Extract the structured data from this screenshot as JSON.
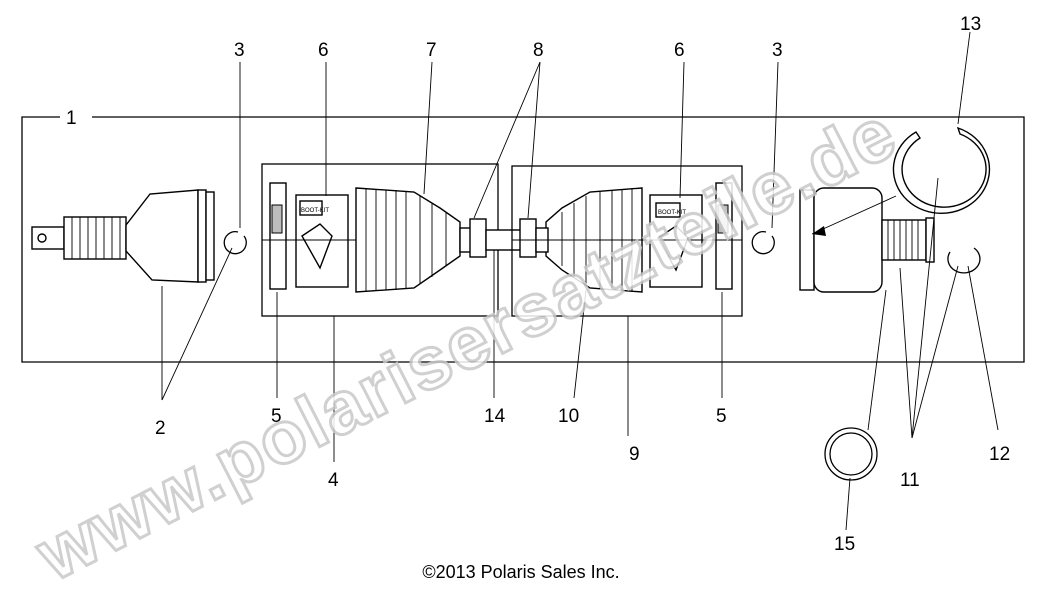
{
  "callouts": [
    "1",
    "2",
    "3",
    "3",
    "4",
    "5",
    "5",
    "6",
    "6",
    "7",
    "8",
    "9",
    "10",
    "11",
    "12",
    "13",
    "14",
    "15"
  ],
  "copyright": "©2013 Polaris Sales Inc.",
  "watermark": "www.polarisersatzteile.de",
  "kit_labels": {
    "left": "BOOT-KIT",
    "right": "BOOT-KIT"
  },
  "colors": {
    "line": "#000000",
    "background": "#ffffff",
    "watermark_outline": "#c8c8c8"
  }
}
